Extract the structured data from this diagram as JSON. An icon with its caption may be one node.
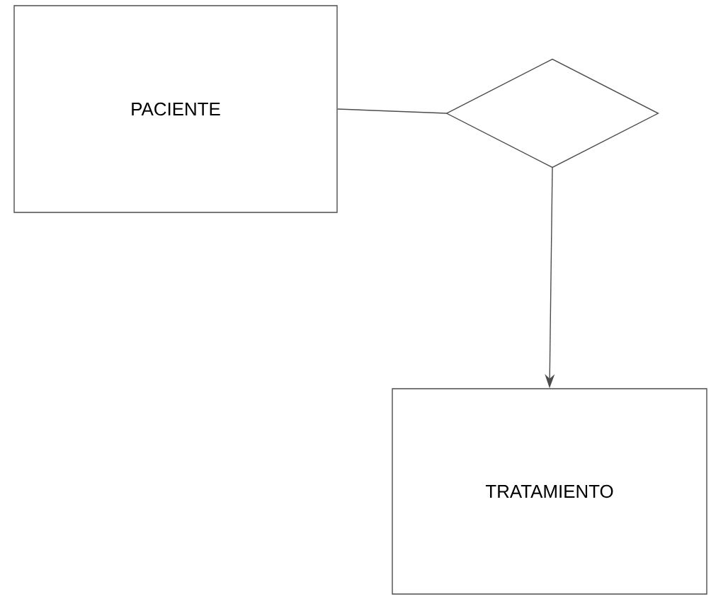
{
  "diagram": {
    "nodes": [
      {
        "text": [
          "PACIENTE"
        ]
      },
      {
        "text": [],
        "shape": "diamond"
      },
      {
        "text": [
          "TRATAMIENTO"
        ]
      }
    ],
    "edges": [
      {
        "from": 0,
        "to": 1,
        "arrow": "none"
      },
      {
        "from": 1,
        "to": 2,
        "arrow": "to"
      }
    ]
  }
}
